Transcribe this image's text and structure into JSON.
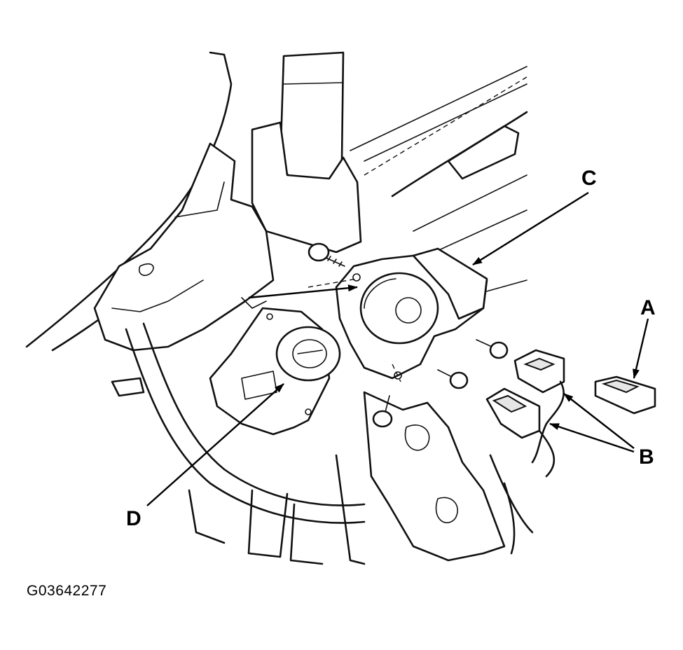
{
  "diagram": {
    "figure_id": "G03642277",
    "callouts": {
      "a": "A",
      "b": "B",
      "c": "C",
      "d": "D"
    },
    "parts": [
      {
        "callout": "A",
        "icon": "key-tag-icon"
      },
      {
        "callout": "B",
        "icon": "connector-icon"
      },
      {
        "callout": "C",
        "icon": "ignition-switch-icon"
      },
      {
        "callout": "D",
        "icon": "steering-lock-icon"
      }
    ],
    "colors": {
      "line": "#111111",
      "background": "#ffffff"
    }
  }
}
